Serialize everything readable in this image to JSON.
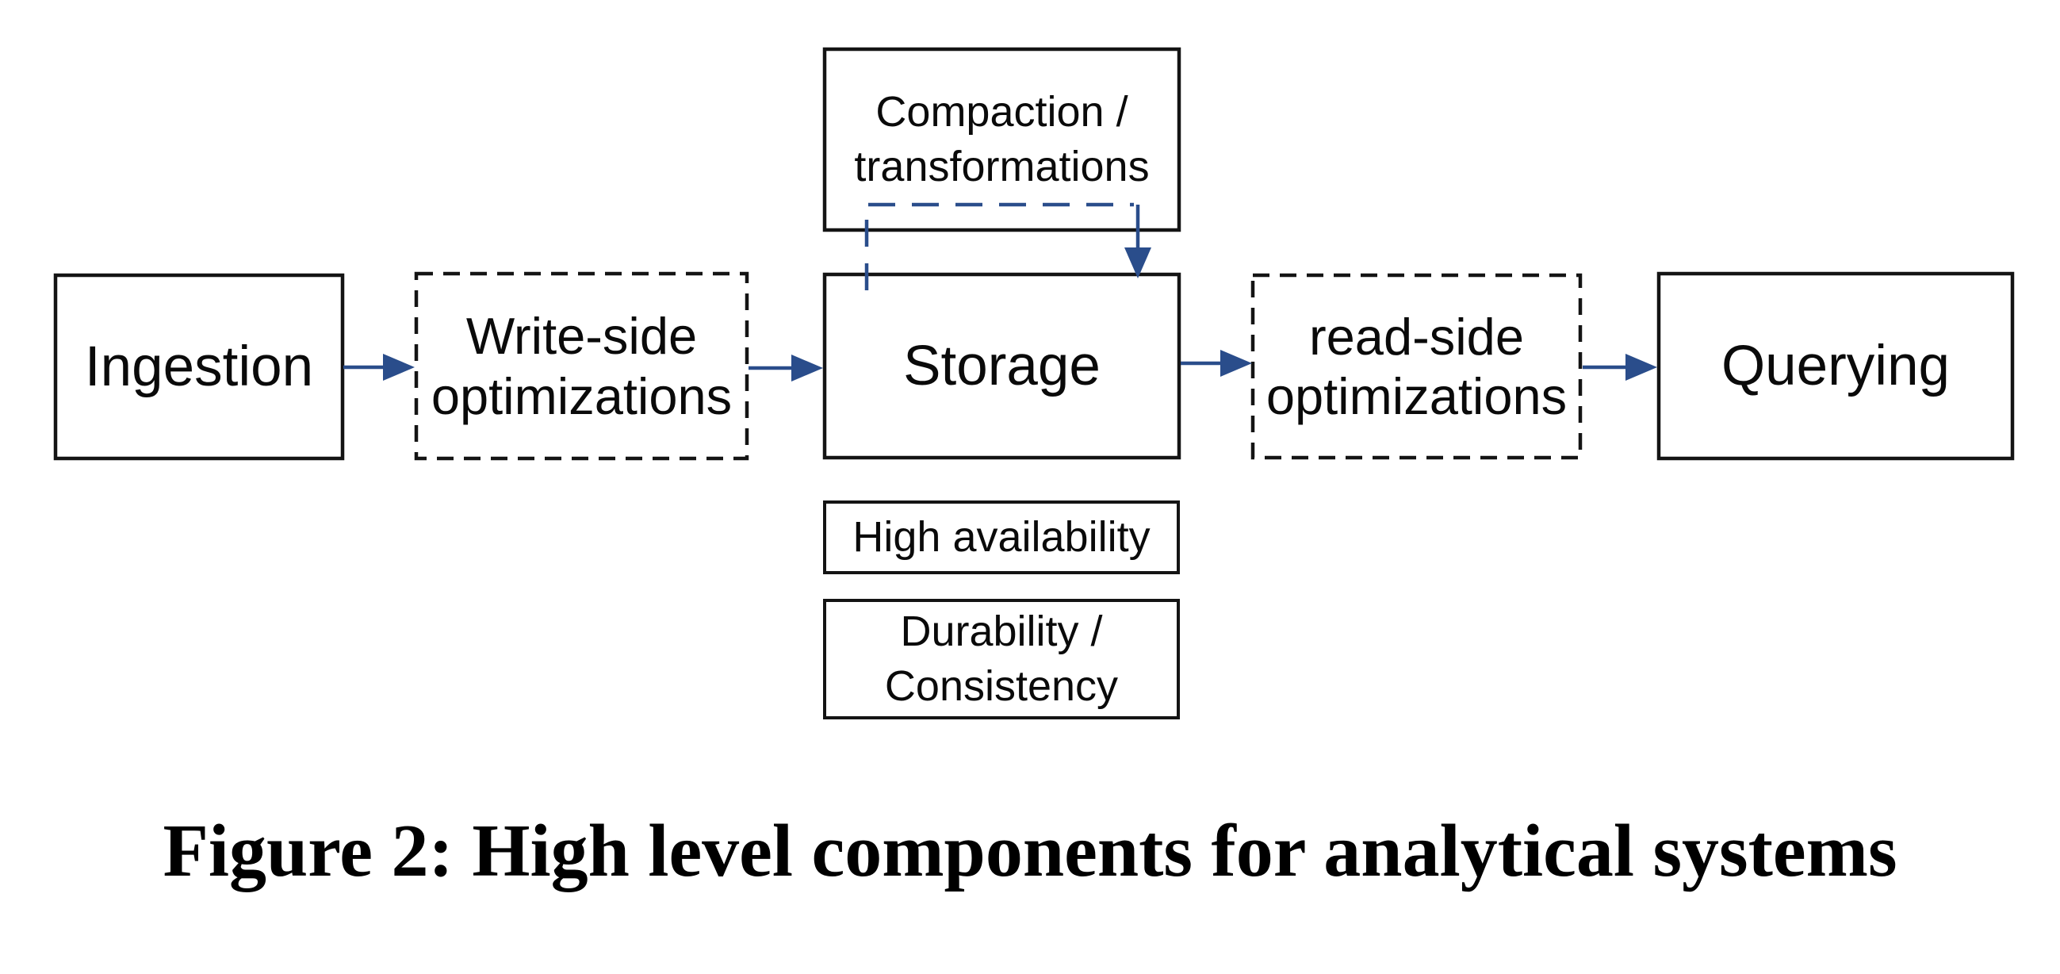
{
  "figure": {
    "caption": "Figure 2: High level components for analytical systems",
    "colors": {
      "background": "#ffffff",
      "box_border": "#141414",
      "text": "#0a0a0a",
      "accent_blue": "#2a4d8b"
    },
    "nodes": {
      "ingestion": {
        "label": "Ingestion",
        "border": "solid"
      },
      "write_side_optimizations": {
        "lines": [
          "Write-side",
          "optimizations"
        ],
        "border": "dashed"
      },
      "storage": {
        "label": "Storage",
        "border": "solid"
      },
      "read_side_optimizations": {
        "lines": [
          "read-side",
          "optimizations"
        ],
        "border": "dashed"
      },
      "querying": {
        "label": "Querying",
        "border": "solid"
      },
      "compaction": {
        "lines": [
          "Compaction /",
          "transformations"
        ],
        "border": "solid"
      },
      "high_availability": {
        "label": "High availability",
        "border": "solid"
      },
      "durability": {
        "lines": [
          "Durability /",
          "Consistency"
        ],
        "border": "solid"
      }
    },
    "edges": [
      {
        "from": "ingestion",
        "to": "write_side_optimizations",
        "style": "solid-blue-arrow"
      },
      {
        "from": "write_side_optimizations",
        "to": "storage",
        "style": "solid-blue-arrow"
      },
      {
        "from": "storage",
        "to": "read_side_optimizations",
        "style": "solid-blue-arrow"
      },
      {
        "from": "read_side_optimizations",
        "to": "querying",
        "style": "solid-blue-arrow"
      },
      {
        "from": "storage",
        "to": "storage",
        "via": "compaction",
        "style": "dashed-blue-arrow-loop"
      }
    ]
  }
}
